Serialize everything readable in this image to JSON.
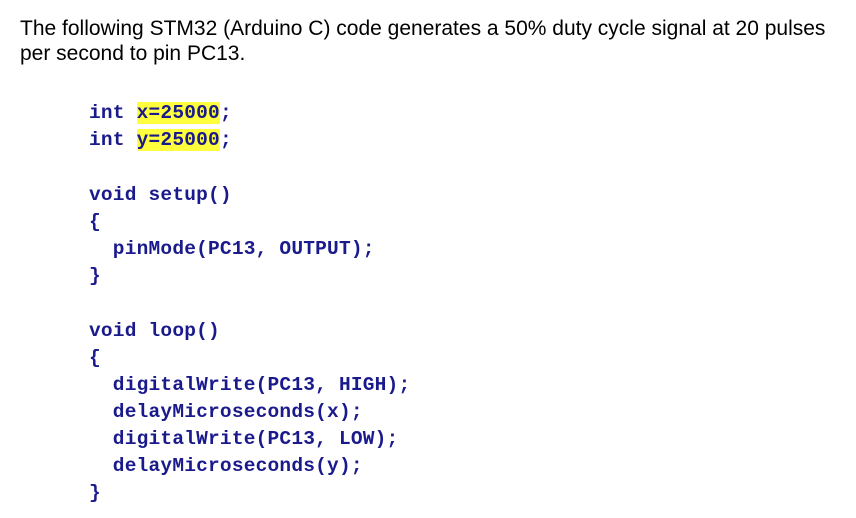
{
  "intro_text": "The following STM32 (Arduino C) code generates a 50% duty cycle signal at 20 pulses per second to pin PC13.",
  "code": {
    "line1": {
      "kw": "int ",
      "hl": "x=25000",
      "rest": ";"
    },
    "line2": {
      "kw": "int ",
      "hl": "y=25000",
      "rest": ";"
    },
    "setup_sig": "void setup()",
    "setup_open": "{",
    "setup_body": "  pinMode(PC13, OUTPUT);",
    "setup_close": "}",
    "loop_sig": "void loop()",
    "loop_open": "{",
    "loop_body": [
      "  digitalWrite(PC13, HIGH);",
      "  delayMicroseconds(x);",
      "  digitalWrite(PC13, LOW);",
      "  delayMicroseconds(y);"
    ],
    "loop_close": "}"
  },
  "colors": {
    "code_text": "#1a1a8c",
    "highlight": "#ffff3d"
  }
}
